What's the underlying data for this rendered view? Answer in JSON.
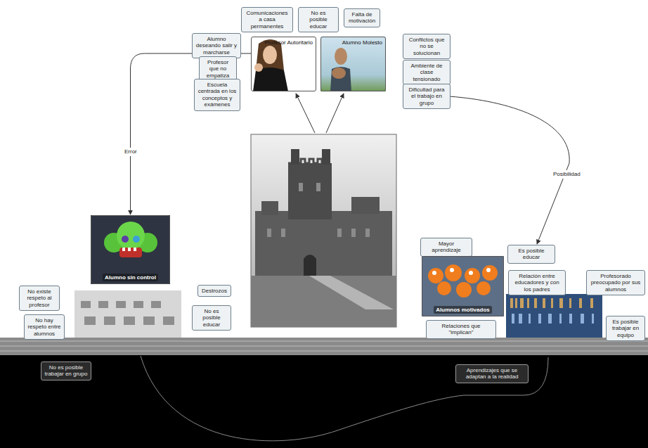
{
  "diagram": {
    "nodes": [
      {
        "text": [
          "Comunicaciones a casa permanentes"
        ]
      },
      {
        "text": [
          "No es posible educar"
        ]
      },
      {
        "text": [
          "Falta de motivación"
        ]
      },
      {
        "text": [
          "Alumno deseando salir y marcharse"
        ]
      },
      {
        "text": [
          "Profesor que no empatiza"
        ]
      },
      {
        "text": [
          "Escuela centrada en los conceptos y exámenes"
        ]
      },
      {
        "text": [
          "Profesor Autoritario"
        ]
      },
      {
        "text": [
          "Alumno Molesto"
        ]
      },
      {
        "text": [
          "Conflictos que no se solucionan"
        ]
      },
      {
        "text": [
          "Ambiente de clase tensionado"
        ]
      },
      {
        "text": [
          "Dificultad para el trabajo en grupo"
        ]
      },
      {
        "text": [
          "Alumno sin control"
        ]
      },
      {
        "text": [
          "No existe respeto al profesor"
        ]
      },
      {
        "text": [
          "No hay respeto entre alumnos"
        ]
      },
      {
        "text": [
          "Destrozos"
        ]
      },
      {
        "text": [
          "No es posible educar"
        ]
      },
      {
        "text": [
          "Mayor aprendizaje"
        ]
      },
      {
        "text": [
          "Alumnos motivados"
        ]
      },
      {
        "text": [
          "Es posible educar"
        ]
      },
      {
        "text": [
          "Relación entre educadores y con los padres"
        ]
      },
      {
        "text": [
          "Profesorado preocupado por sus alumnos"
        ]
      },
      {
        "text": [
          "Relaciones que \"implican\""
        ]
      },
      {
        "text": [
          "Es posible trabajar en equipo"
        ]
      },
      {
        "text": [
          "No es posible trabajar en grupo"
        ]
      },
      {
        "text": [
          "Aprendizajes que se adaptan a la realidad"
        ]
      }
    ],
    "edges": [
      {
        "from": 6,
        "to": 11,
        "label": "Error",
        "arrow": "to"
      },
      {
        "from": 10,
        "to": 18,
        "label": "Posibilidad",
        "arrow": "to"
      }
    ]
  }
}
